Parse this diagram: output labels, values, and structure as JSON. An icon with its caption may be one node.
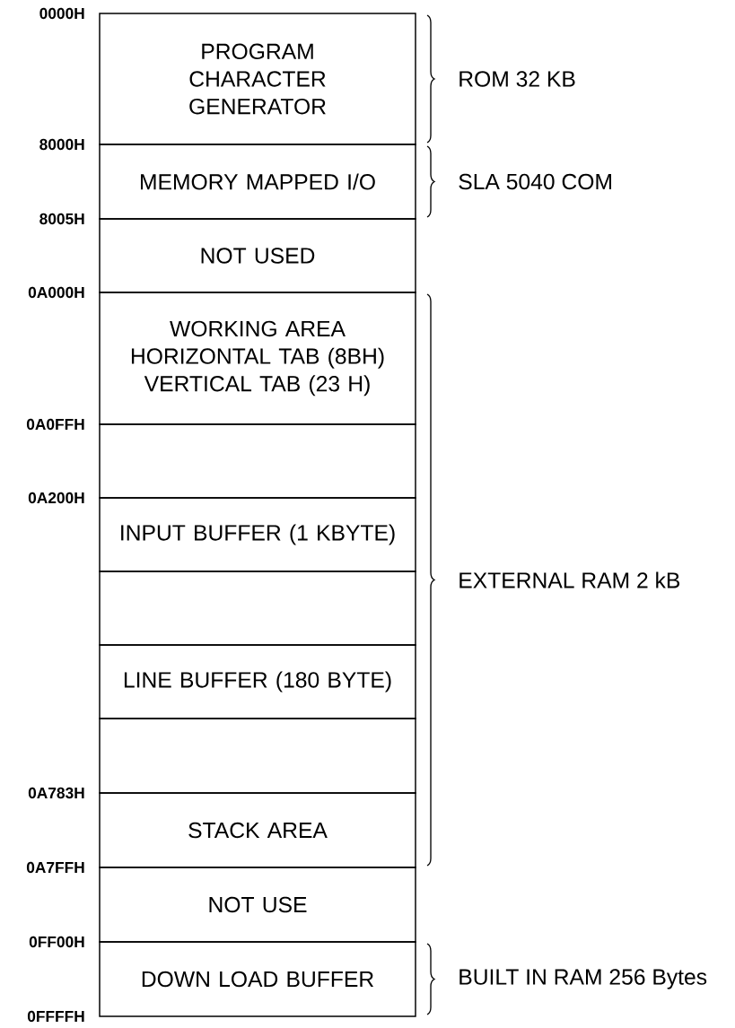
{
  "diagram": {
    "nodes": [
      {
        "text": [
          "PROGRAM CHARACTER GENERATOR"
        ]
      },
      {
        "text": [
          "MEMORY MAPPED I/O"
        ]
      },
      {
        "text": [
          "NOT USED"
        ]
      },
      {
        "text": [
          "WORKING AREA",
          "HORIZONTAL TAB (8BH)",
          "VERTICAL TAB (23 H)"
        ]
      },
      {
        "text": [],
        "shape": "box"
      },
      {
        "text": [
          "INPUT BUFFER (1 KBYTE)"
        ]
      },
      {
        "text": [],
        "shape": "box"
      },
      {
        "text": [
          "LINE BUFFER (180 BYTE)"
        ]
      },
      {
        "text": [],
        "shape": "box"
      },
      {
        "text": [
          "STACK AREA"
        ]
      },
      {
        "text": [
          "NOT USE"
        ]
      },
      {
        "text": [
          "DOWN LOAD BUFFER"
        ]
      }
    ],
    "labels": [
      "0000H",
      "ROM 32 KB",
      "8000H",
      "SLA 5040 COM",
      "8005H",
      "0A000H",
      "0A0FFH",
      "0A200H",
      "EXTERNAL RAM 2 kB",
      "0A783H",
      "0A7FFH",
      "0FF00H",
      "BUILT IN RAM 256 Bytes",
      "0FFFFH"
    ]
  }
}
